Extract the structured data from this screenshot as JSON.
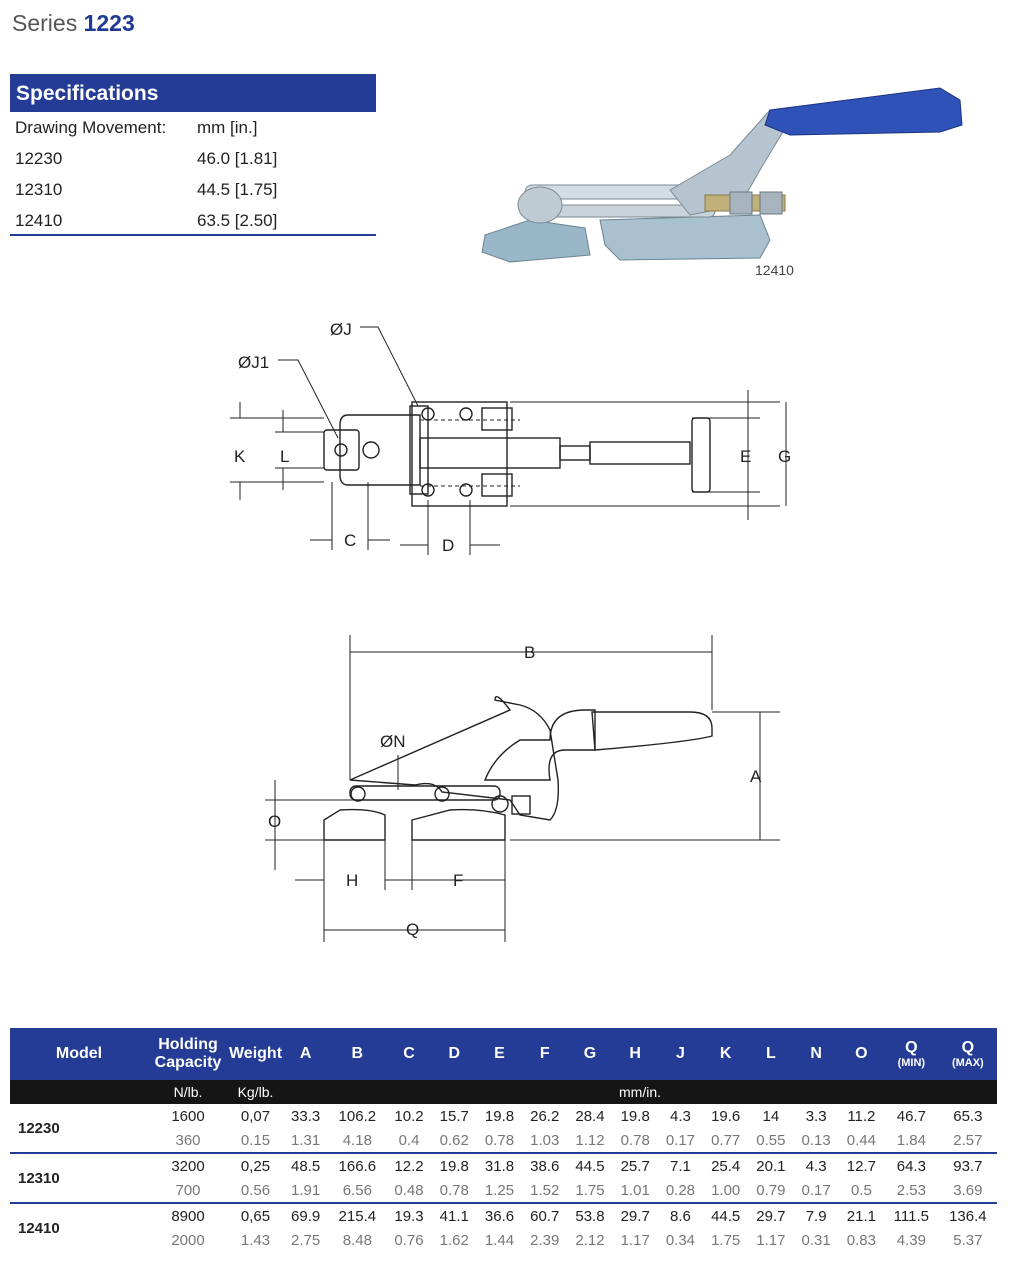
{
  "title": {
    "prefix": "Series",
    "number": "1223"
  },
  "specs": {
    "heading": "Specifications",
    "rows": [
      {
        "k": "Drawing Movement:",
        "v": "mm [in.]"
      },
      {
        "k": "12230",
        "v": "46.0 [1.81]"
      },
      {
        "k": "12310",
        "v": "44.5 [1.75]"
      },
      {
        "k": "12410",
        "v": "63.5 [2.50]"
      }
    ]
  },
  "photo_caption": "12410",
  "drawing_labels": {
    "J": "ØJ",
    "J1": "ØJ1",
    "K": "K",
    "L": "L",
    "C": "C",
    "D": "D",
    "E": "E",
    "G": "G",
    "B": "B",
    "N": "ØN",
    "A": "A",
    "O": "O",
    "H": "H",
    "F": "F",
    "Q": "Q"
  },
  "table": {
    "headers": [
      "Model",
      "Holding Capacity",
      "Weight",
      "A",
      "B",
      "C",
      "D",
      "E",
      "F",
      "G",
      "H",
      "J",
      "K",
      "L",
      "N",
      "O",
      "Q",
      "Q"
    ],
    "q_min": "(MIN)",
    "q_max": "(MAX)",
    "units": {
      "capacity": "N/lb.",
      "weight": "Kg/lb.",
      "dims": "mm/in."
    },
    "models": [
      {
        "model": "12230",
        "metric": [
          "1600",
          "0,07",
          "33.3",
          "106.2",
          "10.2",
          "15.7",
          "19.8",
          "26.2",
          "28.4",
          "19.8",
          "4.3",
          "19.6",
          "14",
          "3.3",
          "11.2",
          "46.7",
          "65.3"
        ],
        "imperial": [
          "360",
          "0.15",
          "1.31",
          "4.18",
          "0.4",
          "0.62",
          "0.78",
          "1.03",
          "1.12",
          "0.78",
          "0.17",
          "0.77",
          "0.55",
          "0.13",
          "0.44",
          "1.84",
          "2.57"
        ]
      },
      {
        "model": "12310",
        "metric": [
          "3200",
          "0,25",
          "48.5",
          "166.6",
          "12.2",
          "19.8",
          "31.8",
          "38.6",
          "44.5",
          "25.7",
          "7.1",
          "25.4",
          "20.1",
          "4.3",
          "12.7",
          "64.3",
          "93.7"
        ],
        "imperial": [
          "700",
          "0.56",
          "1.91",
          "6.56",
          "0.48",
          "0.78",
          "1.25",
          "1.52",
          "1.75",
          "1.01",
          "0.28",
          "1.00",
          "0.79",
          "0.17",
          "0.5",
          "2.53",
          "3.69"
        ]
      },
      {
        "model": "12410",
        "metric": [
          "8900",
          "0,65",
          "69.9",
          "215.4",
          "19.3",
          "41.1",
          "36.6",
          "60.7",
          "53.8",
          "29.7",
          "8.6",
          "44.5",
          "29.7",
          "7.9",
          "21.1",
          "111.5",
          "136.4"
        ],
        "imperial": [
          "2000",
          "1.43",
          "2.75",
          "8.48",
          "0.76",
          "1.62",
          "1.44",
          "2.39",
          "2.12",
          "1.17",
          "0.34",
          "1.75",
          "1.17",
          "0.31",
          "0.83",
          "4.39",
          "5.37"
        ]
      }
    ]
  }
}
